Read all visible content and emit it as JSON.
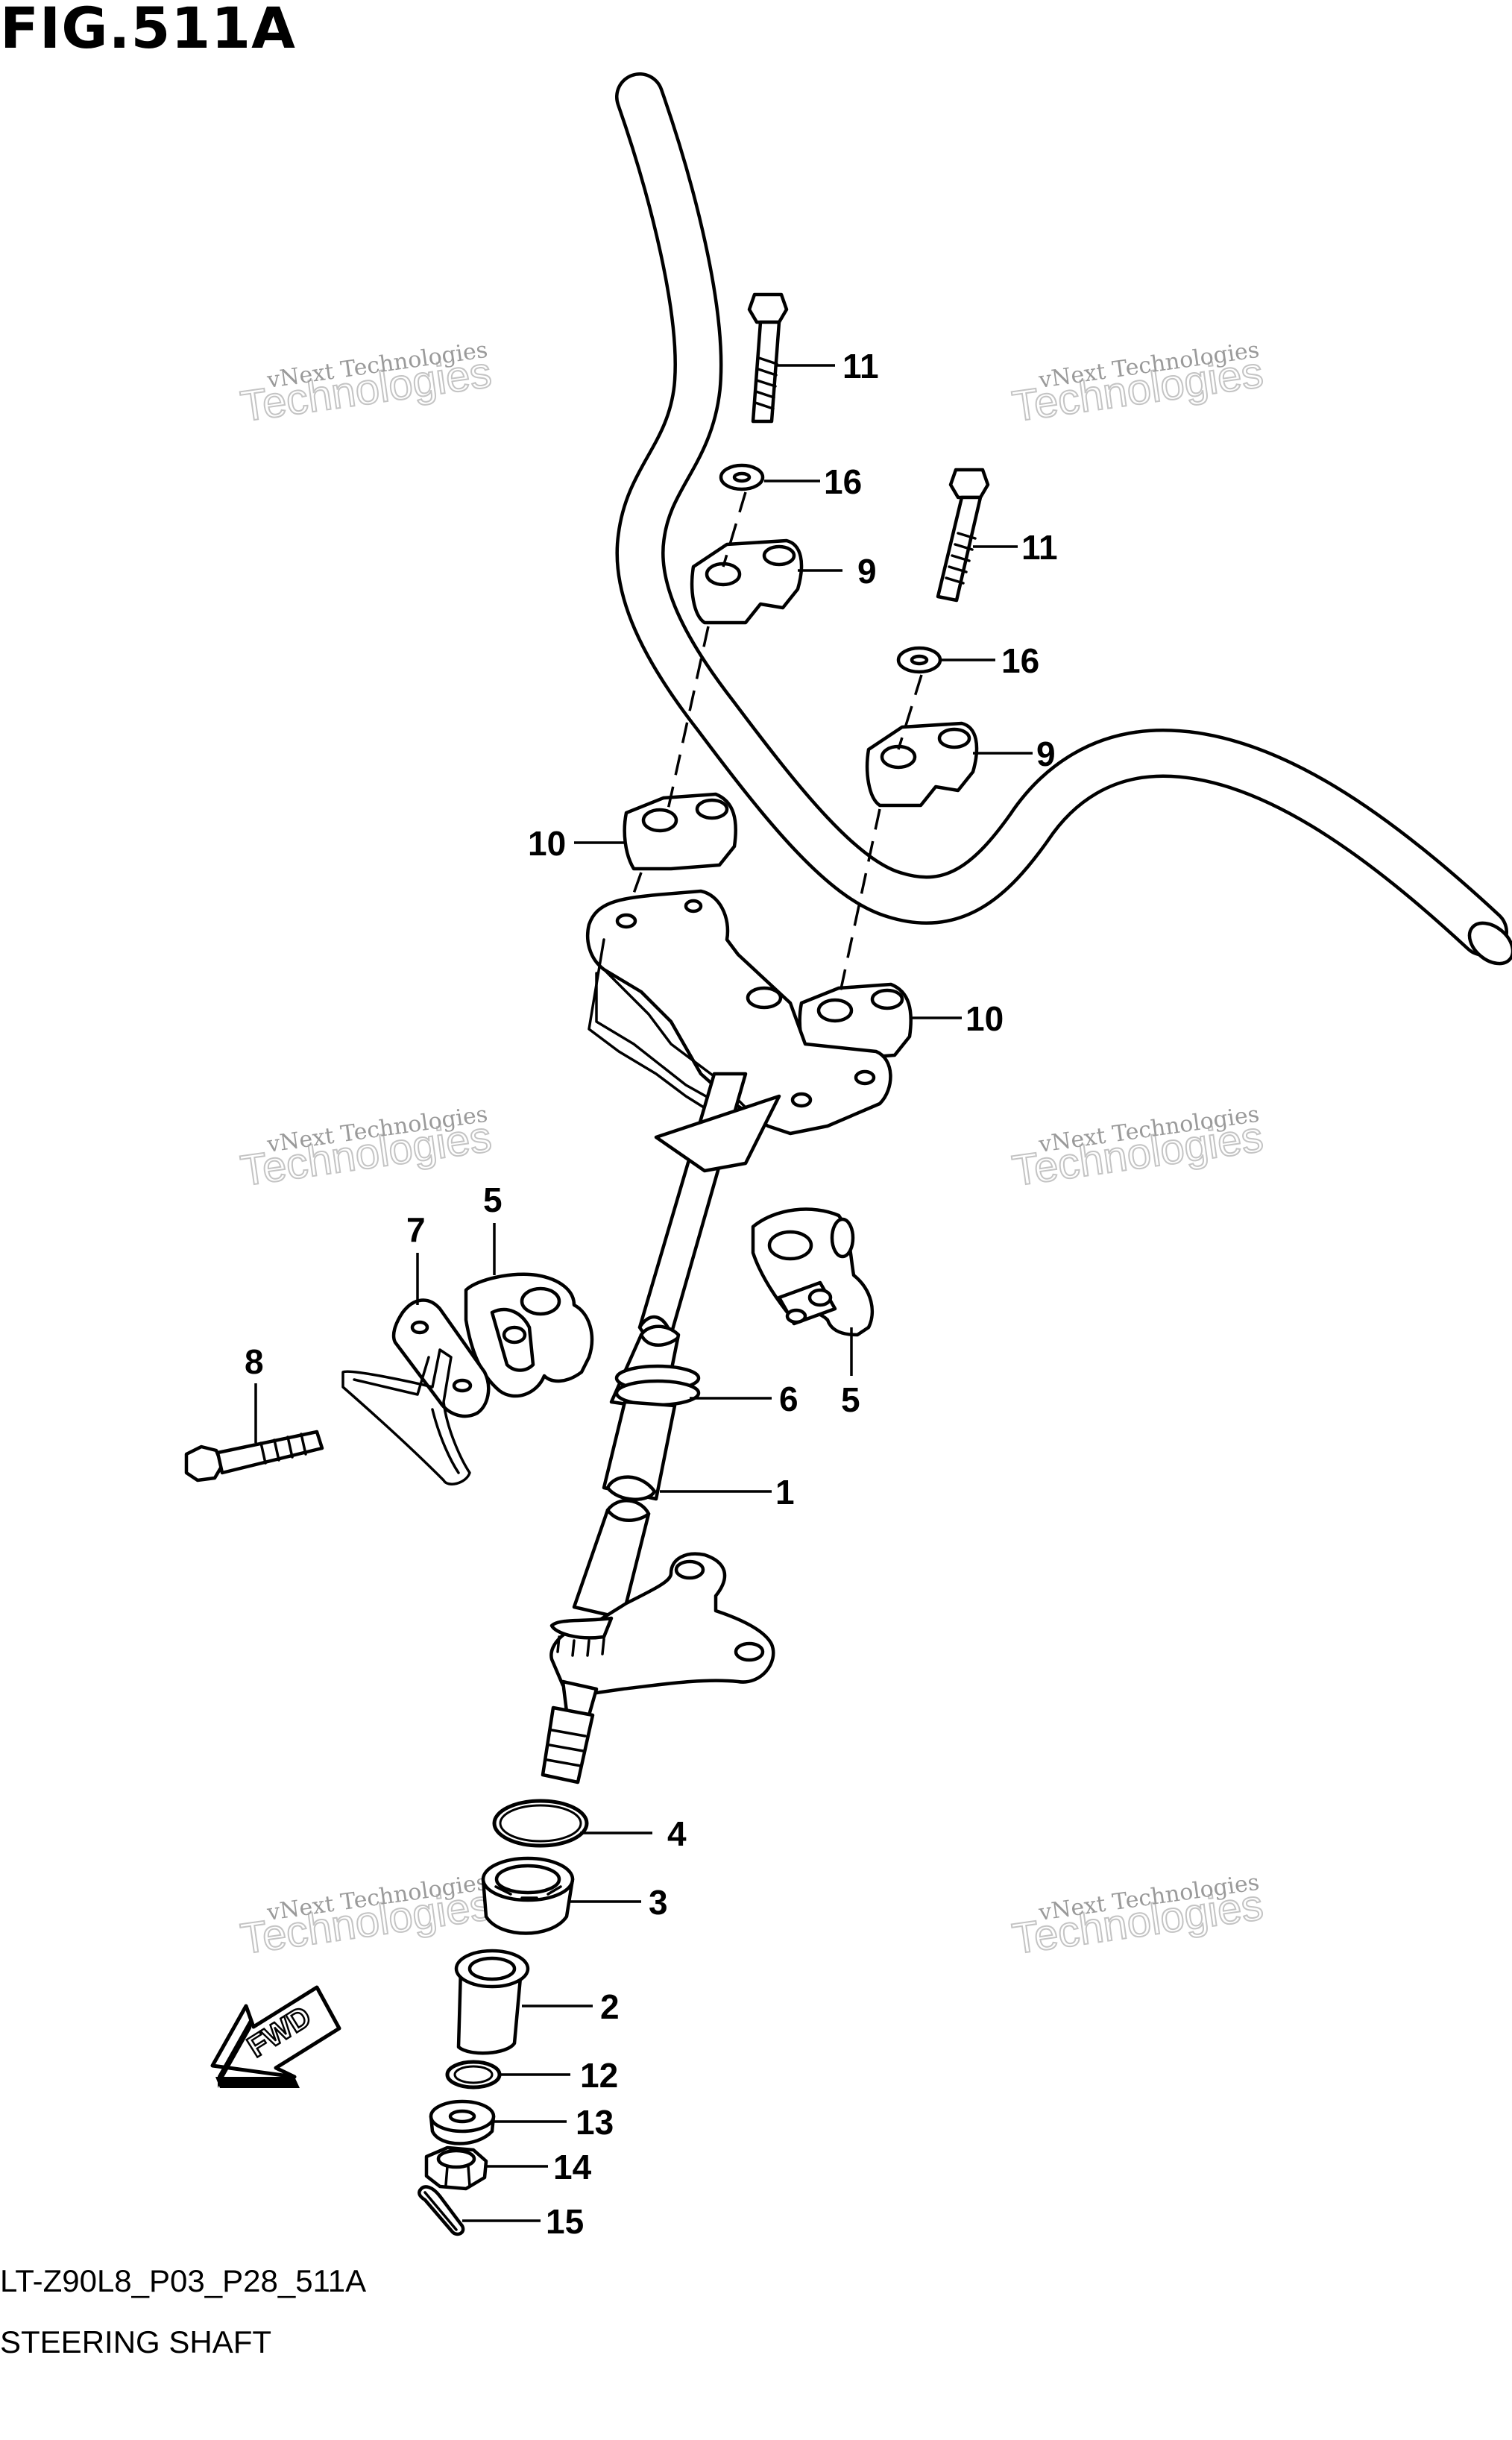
{
  "title": "FIG.511A",
  "footer": {
    "code": "LT-Z90L8_P03_P28_511A",
    "name": "STEERING SHAFT"
  },
  "direction_label": "FWD",
  "watermark": {
    "line1": "vNext Technologies",
    "line2": "Technologies"
  },
  "callouts": [
    {
      "id": "c11a",
      "label": "11"
    },
    {
      "id": "c16a",
      "label": "16"
    },
    {
      "id": "c9a",
      "label": "9"
    },
    {
      "id": "c11b",
      "label": "11"
    },
    {
      "id": "c16b",
      "label": "16"
    },
    {
      "id": "c9b",
      "label": "9"
    },
    {
      "id": "c10a",
      "label": "10"
    },
    {
      "id": "c10b",
      "label": "10"
    },
    {
      "id": "c7",
      "label": "7"
    },
    {
      "id": "c5a",
      "label": "5"
    },
    {
      "id": "c8",
      "label": "8"
    },
    {
      "id": "c6",
      "label": "6"
    },
    {
      "id": "c5b",
      "label": "5"
    },
    {
      "id": "c1",
      "label": "1"
    },
    {
      "id": "c4",
      "label": "4"
    },
    {
      "id": "c3",
      "label": "3"
    },
    {
      "id": "c2",
      "label": "2"
    },
    {
      "id": "c12",
      "label": "12"
    },
    {
      "id": "c13",
      "label": "13"
    },
    {
      "id": "c14",
      "label": "14"
    },
    {
      "id": "c15",
      "label": "15"
    }
  ]
}
